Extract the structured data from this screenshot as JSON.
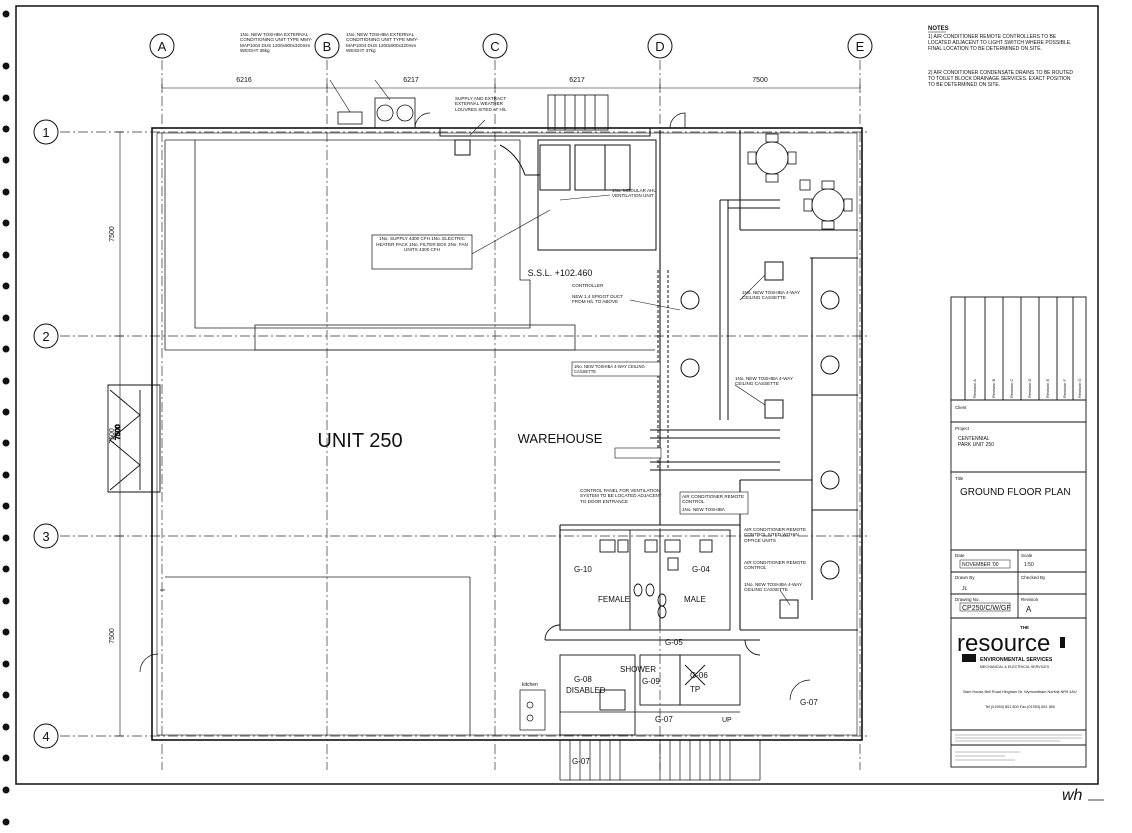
{
  "grid": {
    "columns": [
      "A",
      "B",
      "C",
      "D",
      "E"
    ],
    "rows": [
      "1",
      "2",
      "3",
      "4"
    ],
    "column_dims": [
      "6216",
      "6217",
      "6217",
      "7500"
    ],
    "row_dims": [
      "7500",
      "7500",
      "7500"
    ]
  },
  "labels": {
    "unit": "UNIT 250",
    "warehouse": "WAREHOUSE",
    "ssl": "S.S.L. +102.460",
    "rooms": {
      "g10": "G-10",
      "g04": "G-04",
      "female": "FEMALE",
      "male": "MALE",
      "g05": "G-05",
      "g08": "G-08",
      "disabled": "DISABLED",
      "shower": "SHOWER",
      "g09": "G-09",
      "g06": "G-06",
      "tp": "TP",
      "g07a": "G-07",
      "g07b": "G-07",
      "up": "UP",
      "kitchen": "kitchen"
    }
  },
  "annotations": {
    "ac_unit_b": "1No. NEW TOSHIBA EXTERNAL CONDITIONING UNIT TYPE MMY-MAP1004 DUS 1200x900x320mm WEIGHT 35kg",
    "ac_unit_c": "1No. NEW TOSHIBA EXTERNAL CONDITIONING UNIT TYPE MMY-MAP1004 DUS 1200x900x320mm WEIGHT 37kg",
    "supply_extract": "SUPPLY AND EXTRACT EXTERNAL WEATHER LOUVRES SITED AT H/L",
    "fan_schedule": "1No. SUPPLY 4300 CFH 1No. ELECTRIC HEATER PACK 1No. FILTER BOX 2No. FAN UNITS 4300 CFH",
    "modular_unit": "1No. MODULAR AHU VENTILATION UNIT",
    "controller": "CONTROLLER",
    "new_ductwork": "NEW 1.4 SPIGOT DUCT FROM H/L TO ABOVE",
    "cassette_1": "1No. NEW TOSHIBA 4-WAY CEILING CASSETTE",
    "cassette_2": "1No. NEW TOSHIBA 4-WAY CEILING CASSETTE",
    "cassette_3": "1No. NEW TOSHIBA 4-WAY CEILING CASSETTE",
    "control_panel": "CONTROL PANEL FOR VENTILATION SYSTEM TO BE LOCATED ADJACENT TO DOOR ENTRANCE",
    "ac_remote": "AIR CONDITIONER REMOTE CONTROL",
    "new_toshiba": "1No. NEW TOSHIBA",
    "ac_remote_2": "AIR CONDITIONER REMOTE CONTROL SITED WITHIN OFFICE UNITS",
    "ac_remote_3": "AIR CONDITIONER REMOTE CONTROL",
    "ceiling_sm": "1No. NEW TOSHIBA 4-WAY CEILING CASSETTE"
  },
  "notes": {
    "title": "NOTES",
    "items": [
      "1) AIR CONDITIONER REMOTE CONTROLLERS TO BE LOCATED ADJACENT TO LIGHT SWITCH WHERE POSSIBLE. FINAL LOCATION TO BE DETERMINED ON SITE.",
      "2) AIR CONDITIONER CONDENSATE DRAINS TO BE ROUTED TO TOILET BLOCK DRAINAGE SERVICES. EXACT POSITION TO BE DETERMINED ON SITE."
    ]
  },
  "title_block": {
    "revisions": [
      "Revision A",
      "Revision B",
      "Revision C",
      "Revision D",
      "Revision E",
      "Revision F",
      "Revision G"
    ],
    "client_label": "Client",
    "project_label": "Project",
    "project_value": "CENTENNIAL PARK UNIT 250",
    "title_label": "Title",
    "title_value": "GROUND FLOOR PLAN",
    "date_label": "Date",
    "date_value": "NOVEMBER '00",
    "scale_label": "Scale",
    "scale_value": "1:50",
    "drawn_label": "Drawn By",
    "drawn_value": "JL",
    "checked_label": "Checked By",
    "drawing_label": "Drawing No.",
    "drawing_value": "CP250/C/W/GF",
    "revision_label": "Revision",
    "revision_value": "A",
    "company_tag": "THE",
    "company_name": "resource",
    "company_sub": "ENVIRONMENTAL SERVICES",
    "company_sub2": "MECHANICAL & ELECTRICAL SERVICES",
    "address": "Barn House  Bell Road  Hingham  Nr. Wymondham  Norfolk NR9 4AU",
    "contact": "Tel (01953) 851 800   Fax (01953) 851 850"
  },
  "signature": "wh"
}
